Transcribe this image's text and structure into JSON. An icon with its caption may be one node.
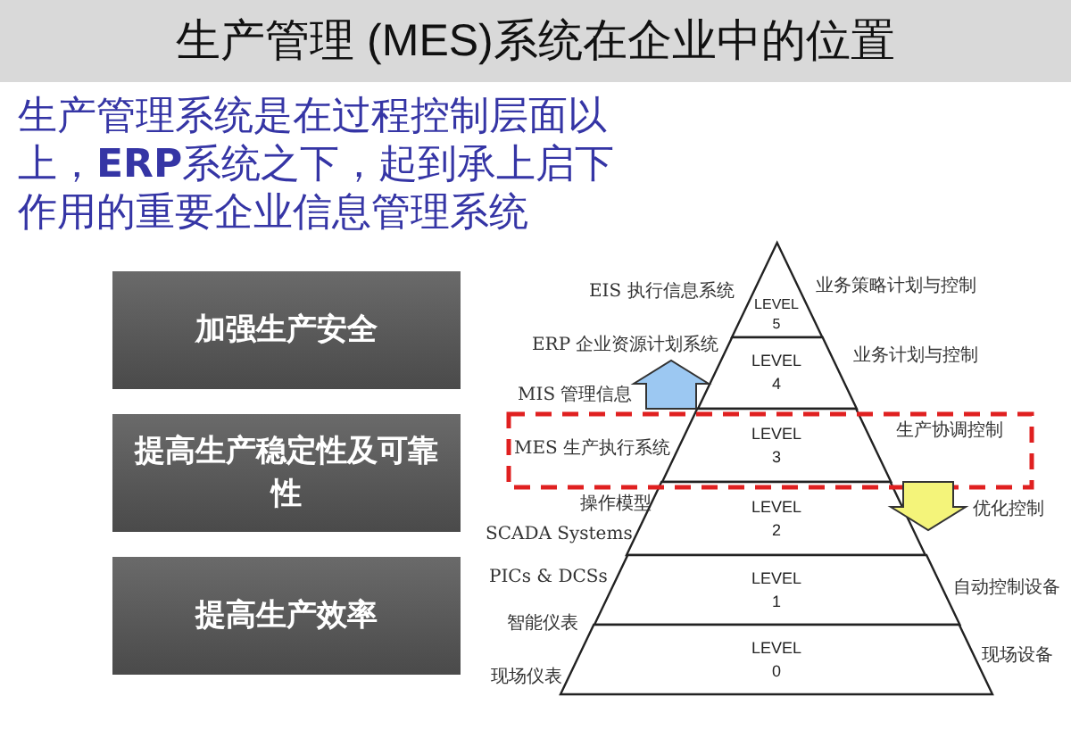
{
  "diagram": {
    "title": "生产管理 (MES)系统在企业中的位置",
    "nodes": [
      {
        "text": [
          "加强生产安全"
        ]
      },
      {
        "text": [
          "提高生产稳定性及可靠性"
        ]
      },
      {
        "text": [
          "提高生产效率"
        ]
      },
      {
        "text": [
          "LEVEL 5"
        ]
      },
      {
        "text": [
          "LEVEL 4"
        ]
      },
      {
        "text": [
          "LEVEL 3"
        ]
      },
      {
        "text": [
          "LEVEL 2"
        ]
      },
      {
        "text": [
          "LEVEL 1"
        ]
      },
      {
        "text": [
          "LEVEL 0"
        ]
      }
    ],
    "edges": [
      {
        "from": 5,
        "to": 4,
        "arrow": "to",
        "style": "thick",
        "color": "#9cc8f2"
      },
      {
        "from": 5,
        "to": 6,
        "arrow": "to",
        "style": "thick",
        "color": "#f4f47a"
      }
    ],
    "labels": [
      "生产管理系统是在过程控制层面以上，**ERP**系统之下，起到承上启下作用的重要企业信息管理系统",
      "EIS 执行信息系统",
      "业务策略计划与控制",
      "ERP 企业资源计划系统",
      "业务计划与控制",
      "MIS 管理信息",
      "生产协调控制",
      "MES 生产执行系统",
      "操作模型",
      "优化控制",
      "SCADA Systems",
      "PICs & DCSs",
      "自动控制设备",
      "智能仪表",
      "现场设备",
      "现场仪表"
    ]
  }
}
